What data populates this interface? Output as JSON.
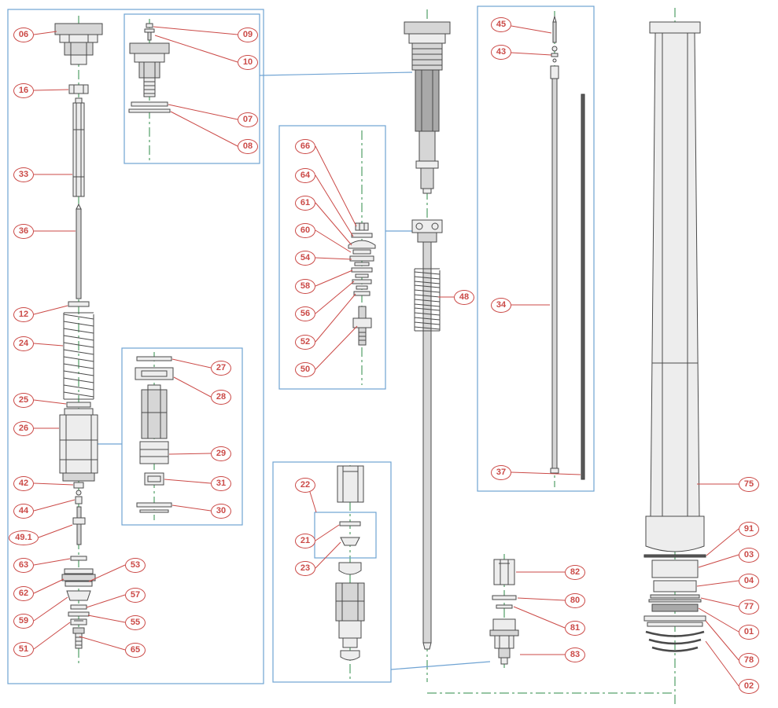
{
  "diagram": {
    "type": "exploded-parts-diagram",
    "subject": "front-fork-assembly",
    "colors": {
      "callout_red": "#cb4a47",
      "group_box_blue": "#6fa3d3",
      "centerline_green": "#2e8b47",
      "part_stroke": "#4a4a4a",
      "background": "#ffffff"
    },
    "callouts": {
      "c06": "06",
      "c16": "16",
      "c33": "33",
      "c36": "36",
      "c12": "12",
      "c24": "24",
      "c25": "25",
      "c26": "26",
      "c42": "42",
      "c44": "44",
      "c49_1": "49.1",
      "c63": "63",
      "c62": "62",
      "c59": "59",
      "c51": "51",
      "c53": "53",
      "c57": "57",
      "c55": "55",
      "c65": "65",
      "c09": "09",
      "c10": "10",
      "c07": "07",
      "c08": "08",
      "c27": "27",
      "c28": "28",
      "c29": "29",
      "c31": "31",
      "c30": "30",
      "c66": "66",
      "c64": "64",
      "c61": "61",
      "c60": "60",
      "c54": "54",
      "c58": "58",
      "c56": "56",
      "c52": "52",
      "c50": "50",
      "c22": "22",
      "c21": "21",
      "c23": "23",
      "c48": "48",
      "c45": "45",
      "c43": "43",
      "c34": "34",
      "c37": "37",
      "c82": "82",
      "c80": "80",
      "c81": "81",
      "c83": "83",
      "c75": "75",
      "c91": "91",
      "c03": "03",
      "c04": "04",
      "c77": "77",
      "c01": "01",
      "c78": "78",
      "c02": "02"
    }
  }
}
